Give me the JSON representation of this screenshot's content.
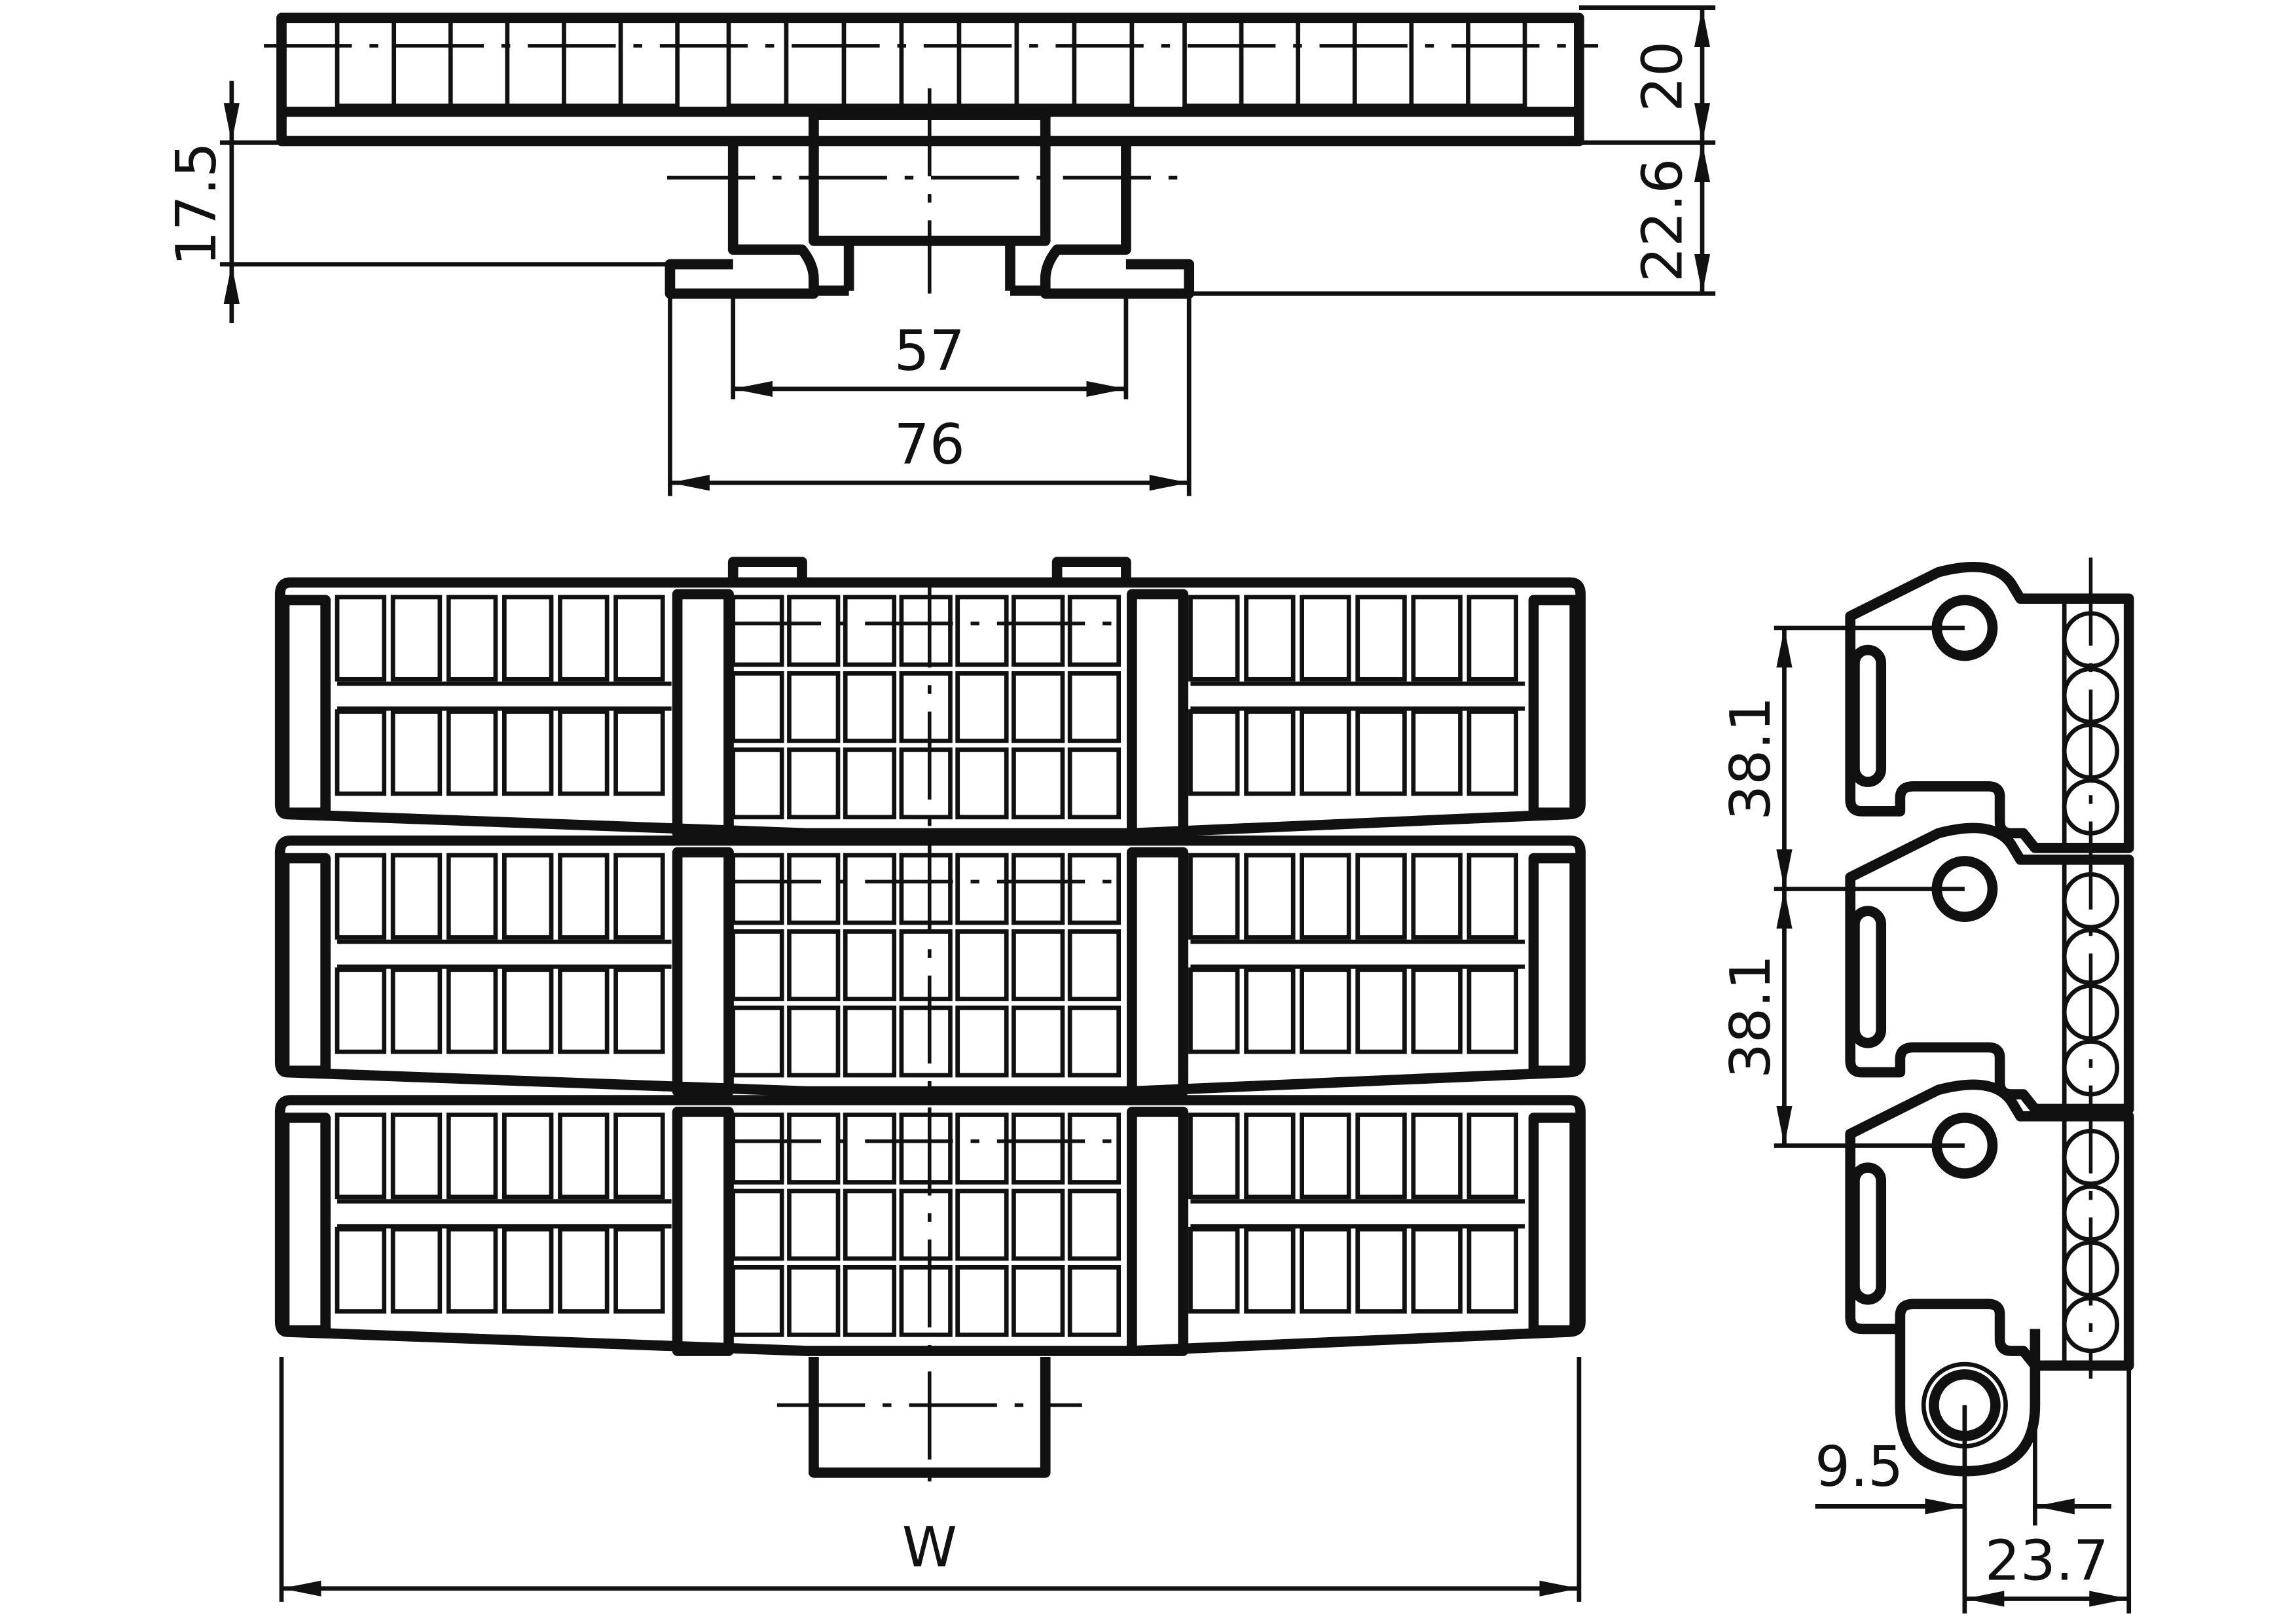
{
  "dimensions": {
    "top_height": "20",
    "pin_depth": "22.6",
    "left_depth": "17.5",
    "inner_width": "57",
    "outer_width": "76",
    "pitch_1": "38.1",
    "pitch_2": "38.1",
    "offset": "9.5",
    "side_depth": "23.7",
    "width": "W"
  }
}
